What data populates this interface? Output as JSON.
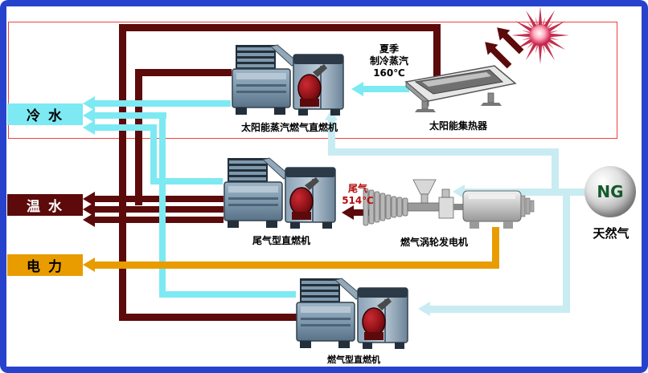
{
  "frame": {
    "border_color": "#2742cd",
    "highlight_outline_color": "#f04040",
    "background": "#ffffff"
  },
  "labels": {
    "cold_water": "冷 水",
    "warm_water": "温 水",
    "power": "电 力"
  },
  "machines": {
    "solar_steam_chiller": "太阳能蒸汽燃气直燃机",
    "solar_collector": "太阳能集热器",
    "exhaust_chiller": "尾气型直燃机",
    "gas_turbine": "燃气涡轮发电机",
    "gas_chiller": "燃气型直燃机"
  },
  "natural_gas": {
    "sphere": "NG",
    "label": "天然气"
  },
  "annotations": {
    "summer": {
      "l1": "夏季",
      "l2": "制冷蒸汽",
      "l3": "160℃"
    },
    "exhaust": {
      "l1": "尾气",
      "l2": "514℃"
    }
  },
  "flow_colors": {
    "hot_water": "#5c0a0a",
    "cold_water": "#7de9f3",
    "natural_gas_line": "#c8ecf2",
    "electricity": "#e89c00"
  }
}
